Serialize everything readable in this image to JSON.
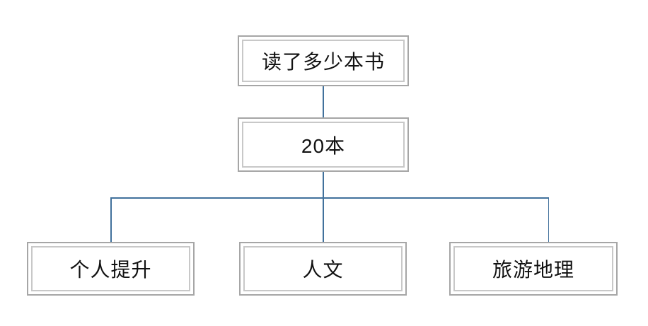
{
  "colors": {
    "connector": "#41719c",
    "box_outer_border": "#a6a6a6",
    "box_inner_border": "#c8c8c8",
    "background": "#ffffff",
    "text": "#111111"
  },
  "nodes": {
    "root": {
      "label": "读了多少本书"
    },
    "count": {
      "label": "20本"
    },
    "children": [
      {
        "label": "个人提升"
      },
      {
        "label": "人文"
      },
      {
        "label": "旅游地理"
      }
    ]
  }
}
